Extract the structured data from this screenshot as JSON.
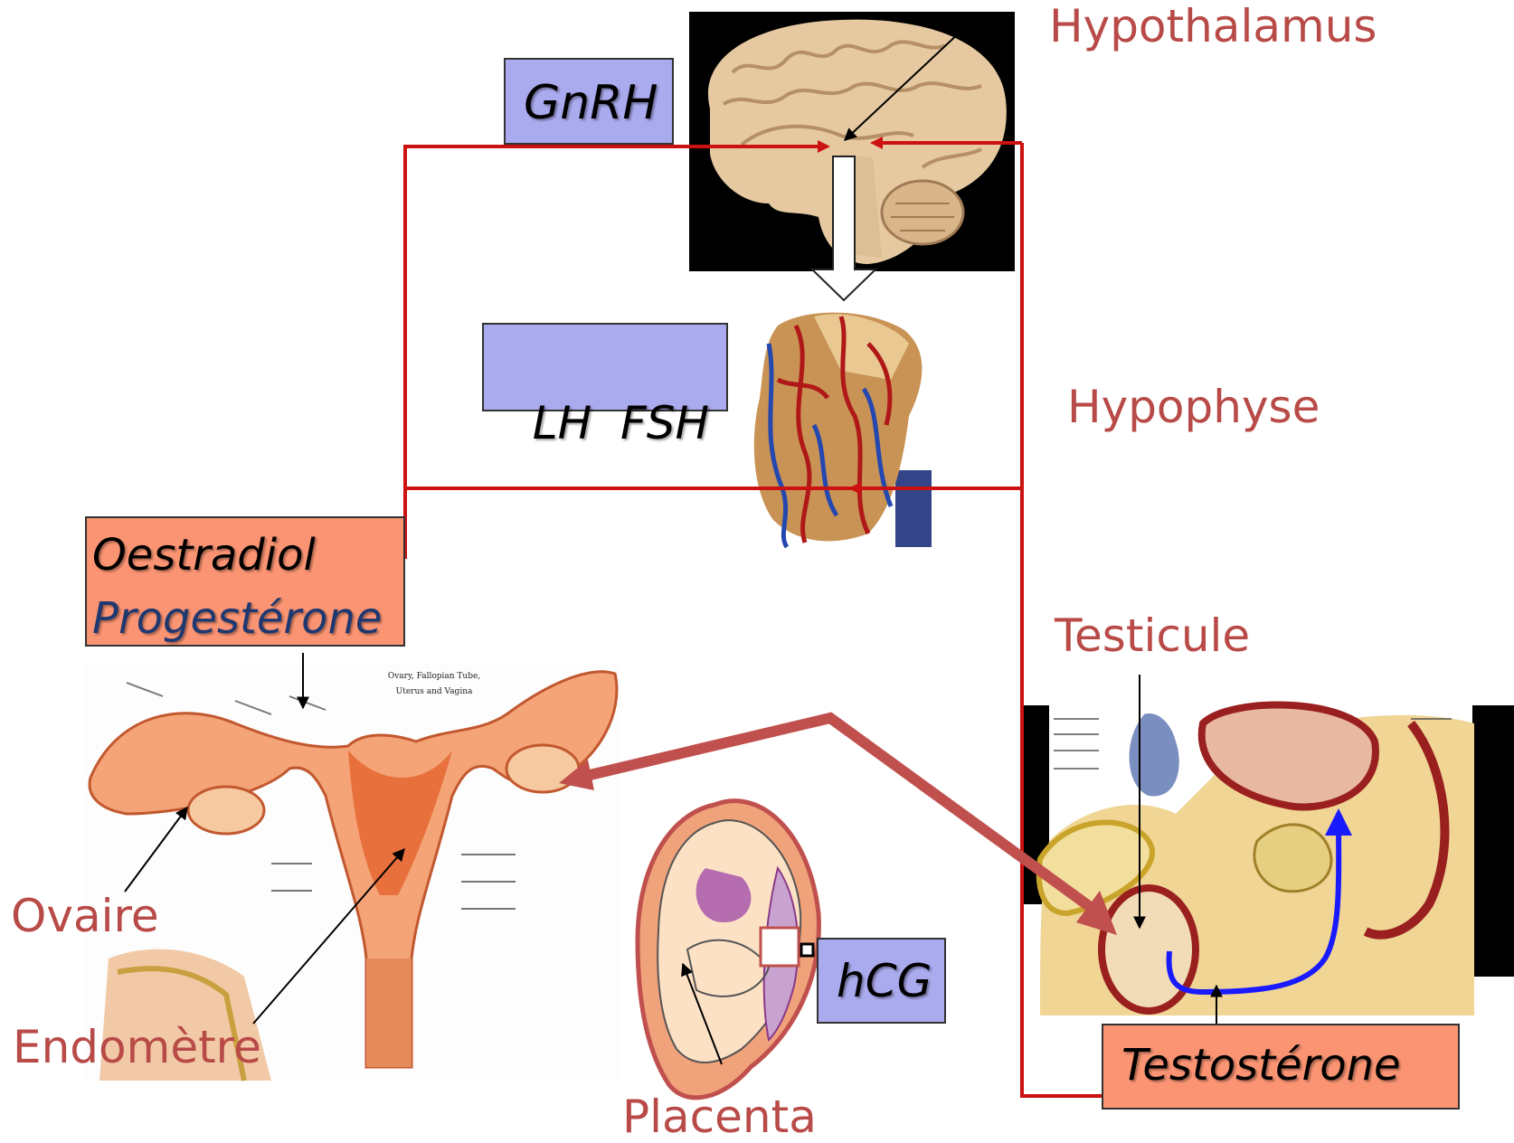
{
  "labels": {
    "hypothalamus": "Hypothalamus",
    "hypophyse": "Hypophyse",
    "testicule": "Testicule",
    "ovaire": "Ovaire",
    "endometre": "Endomètre",
    "placenta": "Placenta"
  },
  "hormones": {
    "gnrh": "GnRH",
    "lh_fsh": "LH  FSH",
    "oestradiol": "Oestradiol",
    "progesterone": "Progestérone",
    "hcg": "hCG",
    "testosterone": "Testostérone"
  },
  "illustration_text": {
    "uterus_plate_title_line1": "Ovary, Fallopian Tube,",
    "uterus_plate_title_line2": "Uterus and Vagina"
  },
  "colors": {
    "feedback_line": "#cc1111",
    "action_arrow": "#c0504d",
    "hormone_box_blue": "#aaaaee",
    "hormone_box_salmon": "#fb9473",
    "label_text": "#b84a47",
    "circulation_arrow": "#1a1aff",
    "progesterone_text": "#1f3870"
  },
  "icons": {
    "brain": "brain-sagittal-icon",
    "pituitary": "pituitary-gland-icon",
    "uterus": "uterus-ovaries-icon",
    "placenta": "pregnant-uterus-fetus-icon",
    "male": "male-pelvis-sagittal-icon"
  }
}
